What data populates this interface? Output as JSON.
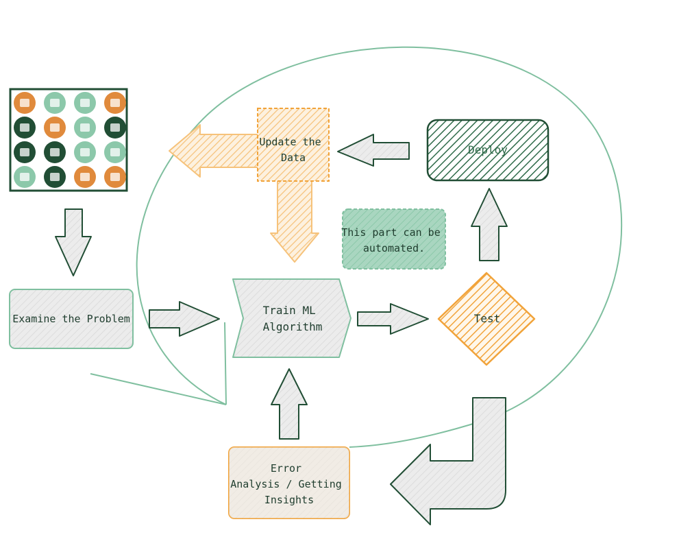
{
  "colors": {
    "green": "#2f6b4a",
    "light_green": "#7fbf9f",
    "orange": "#f1a33a",
    "orange_light": "#f6c27a",
    "gray": "#e6e6e6",
    "peach": "#f5ecdf",
    "text": "#1f3d2e",
    "dark_green": "#214e35"
  },
  "nodes": {
    "examine": "Examine the Problem",
    "train": [
      "Train ML",
      "Algorithm"
    ],
    "test": "Test",
    "deploy": "Deploy",
    "update": [
      "Update the",
      "Data"
    ],
    "error": [
      "Error",
      "Analysis / Getting",
      "Insights"
    ],
    "note": [
      "This part can be",
      "automated."
    ]
  },
  "icon_grid": {
    "rows": 4,
    "cols": 4,
    "icons": [
      "gear-board-icon",
      "chip-icon",
      "cloud-network-icon",
      "server-icon",
      "cloud-icon",
      "database-icon",
      "gears-icon",
      "hierarchy-icon",
      "server-stack-icon",
      "grid-icon",
      "printer-icon",
      "factory-icon",
      "satellite-dish-icon",
      "mobile-icon",
      "document-icon",
      "truck-icon"
    ]
  }
}
